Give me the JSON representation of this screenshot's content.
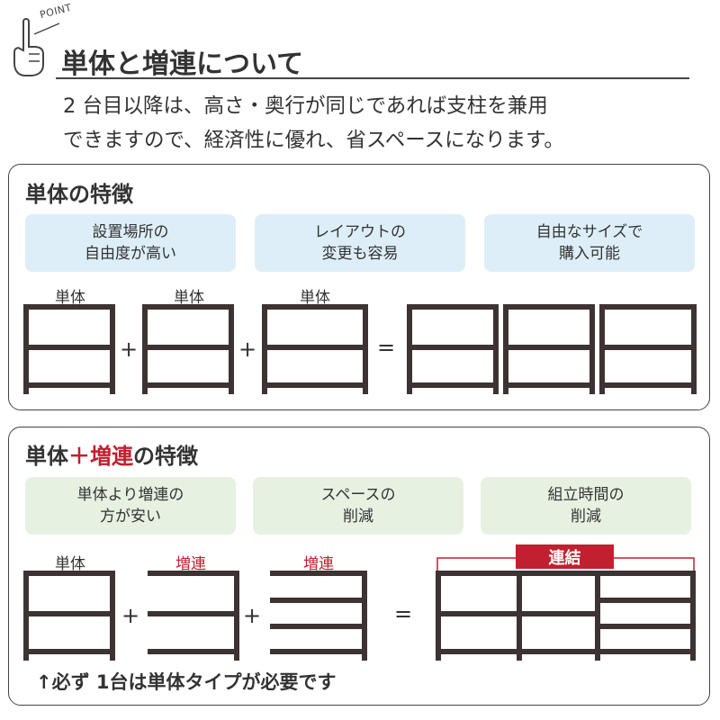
{
  "header": {
    "point_label": "POINT",
    "title": "単体と増連について",
    "intro_lines": [
      "2 台目以降は、高さ・奥行が同じであれば支柱を兼用",
      "できますので、経済性に優れ、省スペースになります。"
    ]
  },
  "panel_single": {
    "title": "単体の特徴",
    "features": [
      {
        "line1": "設置場所の",
        "line2": "自由度が高い"
      },
      {
        "line1": "レイアウトの",
        "line2": "変更も容易"
      },
      {
        "line1": "自由なサイズで",
        "line2": "購入可能"
      }
    ],
    "unit_labels": [
      "単体",
      "単体",
      "単体"
    ],
    "plus": "+",
    "equals": "="
  },
  "panel_combo": {
    "title_part1": "単体",
    "title_plus": "＋",
    "title_part2": "増連",
    "title_part3": "の特徴",
    "features": [
      {
        "line1": "単体より増連の",
        "line2": "方が安い"
      },
      {
        "line1": "スペースの",
        "line2": "削減"
      },
      {
        "line1": "組立時間の",
        "line2": "削減"
      }
    ],
    "unit_labels": [
      "単体",
      "増連",
      "増連"
    ],
    "link_label": "連結",
    "plus": "+",
    "equals": "=",
    "note": "↑必ず 1台は単体タイプが必要です"
  },
  "colors": {
    "frame": "#3d3332",
    "accent_red": "#c0202f",
    "feature_blue": "#ddeef8",
    "feature_green": "#e6f1e2"
  }
}
